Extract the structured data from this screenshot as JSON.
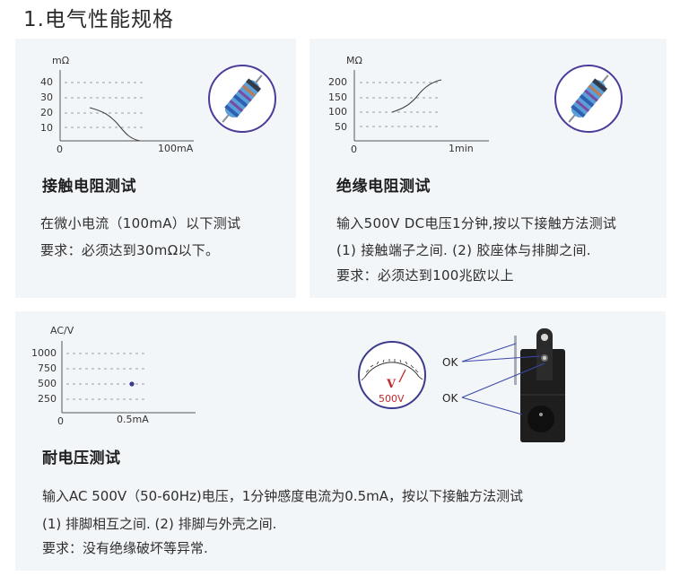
{
  "page": {
    "section_title": "1.电气性能规格"
  },
  "cards": [
    {
      "heading": "接触电阻测试",
      "lines": [
        "在微小电流（100mA）以下测试",
        "要求：必须达到30mΩ以下。"
      ],
      "icon": "resistor-icon"
    },
    {
      "heading": "绝缘电阻测试",
      "lines": [
        "输入500V DC电压1分钟,按以下接触方法测试",
        "(1) 接触端子之间. (2) 胶座体与排脚之间.",
        "要求：必须达到100兆欧以上"
      ],
      "icon": "resistor-icon"
    },
    {
      "heading": "耐电压测试",
      "lines": [
        "输入AC 500V（50-60Hz)电压，1分钟感度电流为0.5mA，按以下接触方法测试",
        "(1) 排脚相互之间. (2) 排脚与外壳之间.",
        "要求：没有绝缘破坏等异常."
      ],
      "meter_label": "V",
      "meter_value": "500V",
      "ok_labels": [
        "OK",
        "OK"
      ],
      "icon": "dc-jack-icon"
    }
  ],
  "colors": {
    "card_bg": "#f3f6f9",
    "accent_purple": "#4a3c9a",
    "grid_dash": "#9aa0a8",
    "meter_red": "#c0282e"
  },
  "chart_data": [
    {
      "type": "line",
      "title": "接触电阻测试",
      "ylabel": "mΩ",
      "xlabel": "",
      "y_ticks": [
        "40",
        "30",
        "20",
        "10"
      ],
      "x_ticks": [
        "0",
        "100mA"
      ],
      "ylim": [
        0,
        45
      ],
      "grid": "dashed horizontal",
      "series": [
        {
          "name": "contact resistance",
          "x": [
            35,
            50,
            65,
            80,
            95
          ],
          "values": [
            23,
            21,
            15,
            7,
            1
          ]
        }
      ]
    },
    {
      "type": "line",
      "title": "绝缘电阻测试",
      "ylabel": "MΩ",
      "xlabel": "",
      "y_ticks": [
        "200",
        "150",
        "100",
        "50"
      ],
      "x_ticks": [
        "0",
        "1min"
      ],
      "ylim": [
        0,
        225
      ],
      "grid": "dashed horizontal",
      "series": [
        {
          "name": "insulation resistance",
          "x": [
            0.4,
            0.55,
            0.7,
            0.85,
            1.0
          ],
          "values": [
            100,
            115,
            150,
            185,
            205
          ]
        }
      ]
    },
    {
      "type": "scatter",
      "title": "耐电压测试",
      "ylabel": "AC/V",
      "xlabel": "",
      "y_ticks": [
        "1000",
        "750",
        "500",
        "250"
      ],
      "x_ticks": [
        "0",
        "0.5mA"
      ],
      "ylim": [
        0,
        1125
      ],
      "grid": "dashed horizontal",
      "series": [
        {
          "name": "withstand voltage",
          "x": [
            0.5
          ],
          "values": [
            500
          ]
        }
      ]
    }
  ]
}
